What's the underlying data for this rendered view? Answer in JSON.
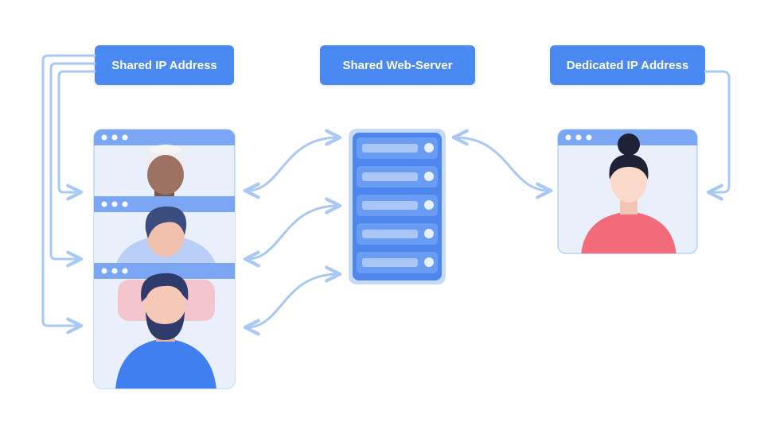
{
  "labels": {
    "shared_ip": "Shared IP Address",
    "shared_server": "Shared Web-Server",
    "dedicated_ip": "Dedicated IP Address"
  },
  "colors": {
    "accent": "#4a88f2",
    "arrow": "#a9c9f5",
    "panel": "#e9f0fc",
    "window_bar": "#7aa6f4",
    "server_body": "#4d86ec",
    "server_slot": "#a9c6f7",
    "shirt_red": "#f26b7a",
    "shirt_blue": "#3f7ff0"
  },
  "icons": [
    "browser-window-icon",
    "server-icon",
    "person-avatar-icon",
    "arrow-icon"
  ]
}
